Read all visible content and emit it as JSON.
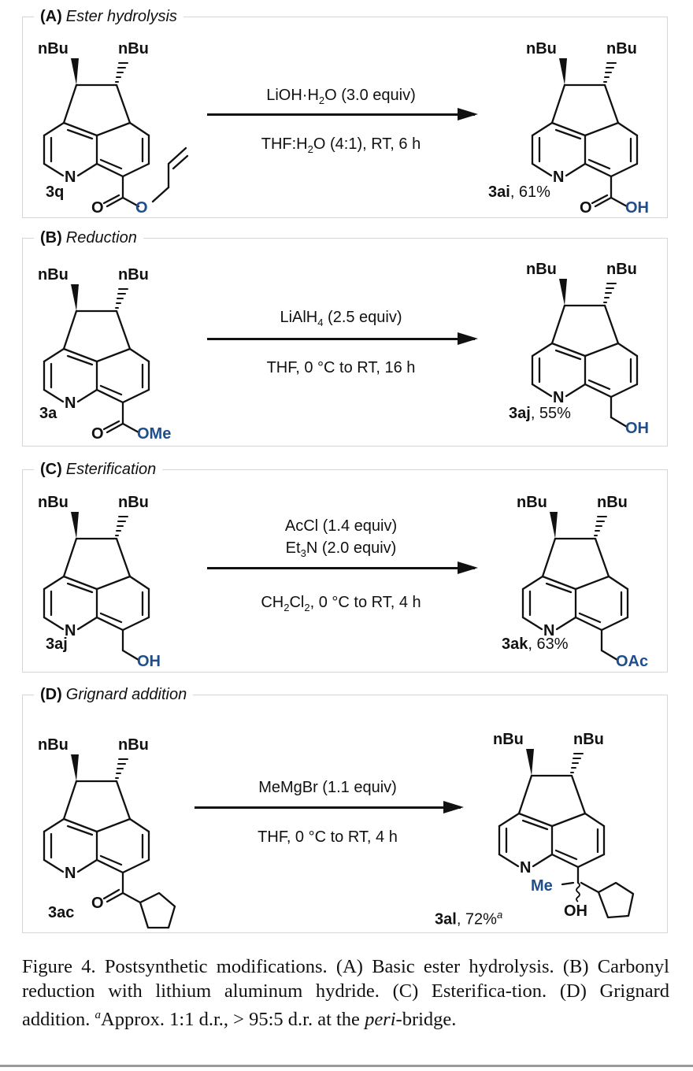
{
  "panels": [
    {
      "letter": "(A)",
      "title": "Ester hydrolysis",
      "reactant": {
        "id": "3q",
        "substituent_o": "O",
        "substituent_b": "O",
        "n_atom": "N",
        "nbu": "nBu"
      },
      "conditions": {
        "reagent": {
          "pre": "LiOH·H",
          "sub": "2",
          "post": "O (3.0 equiv)"
        },
        "solvent": {
          "pre": "THF:H",
          "sub": "2",
          "post": "O (4:1), RT, 6 h"
        }
      },
      "product": {
        "id": "3ai",
        "yield": ", 61%",
        "o_label": "O",
        "oh_label": "OH",
        "n_atom": "N",
        "nbu": "nBu"
      }
    },
    {
      "letter": "(B)",
      "title": "Reduction",
      "reactant": {
        "id": "3a",
        "o_label": "O",
        "ome_label": "OMe",
        "n_atom": "N",
        "nbu": "nBu"
      },
      "conditions": {
        "reagent": {
          "pre": "LiAlH",
          "sub": "4",
          "post": " (2.5 equiv)"
        },
        "solvent": {
          "pre": "THF, 0 °C to RT, 16 h"
        }
      },
      "product": {
        "id": "3aj",
        "yield": ", 55%",
        "oh_label": "OH",
        "n_atom": "N",
        "nbu": "nBu"
      }
    },
    {
      "letter": "(C)",
      "title": "Esterification",
      "reactant": {
        "id": "3aj",
        "oh_label": "OH",
        "n_atom": "N",
        "nbu": "nBu"
      },
      "conditions": {
        "reagent1": {
          "pre": "AcCl (1.4 equiv)"
        },
        "reagent2": {
          "pre": "Et",
          "sub": "3",
          "post": "N (2.0 equiv)"
        },
        "solvent": {
          "pre": "CH",
          "sub": "2",
          "mid": "Cl",
          "sub2": "2",
          "post": ", 0 °C to RT, 4 h"
        }
      },
      "product": {
        "id": "3ak",
        "yield": ", 63%",
        "oac_label": "OAc",
        "n_atom": "N",
        "nbu": "nBu"
      }
    },
    {
      "letter": "(D)",
      "title": "Grignard addition",
      "reactant": {
        "id": "3ac",
        "o_label": "O",
        "n_atom": "N",
        "nbu": "nBu"
      },
      "conditions": {
        "reagent": {
          "pre": "MeMgBr (1.1 equiv)"
        },
        "solvent": {
          "pre": "THF, 0 °C to RT, 4 h"
        }
      },
      "product": {
        "id": "3al",
        "yield": ", 72%",
        "footnote": "a",
        "me_label": "Me",
        "oh_label": "OH",
        "n_atom": "N",
        "nbu": "nBu"
      }
    }
  ],
  "nbu_prefix": "n",
  "nbu_suffix": "Bu",
  "caption": {
    "label": "Figure 4.",
    "text1": " Postsynthetic modifications. (A) Basic ester hydrolysis. (B) Carbonyl reduction with lithium aluminum hydride. (C) Esterifica-tion. (D) Grignard addition. ",
    "footnote_mark": "a",
    "text2": "Approx. 1:1 d.r., > 95:5 d.r. at the ",
    "italic": "peri",
    "text3": "-bridge."
  },
  "colors": {
    "heteroatom_blue": "#1f4e8c",
    "panel_border": "#d6d6d6"
  }
}
